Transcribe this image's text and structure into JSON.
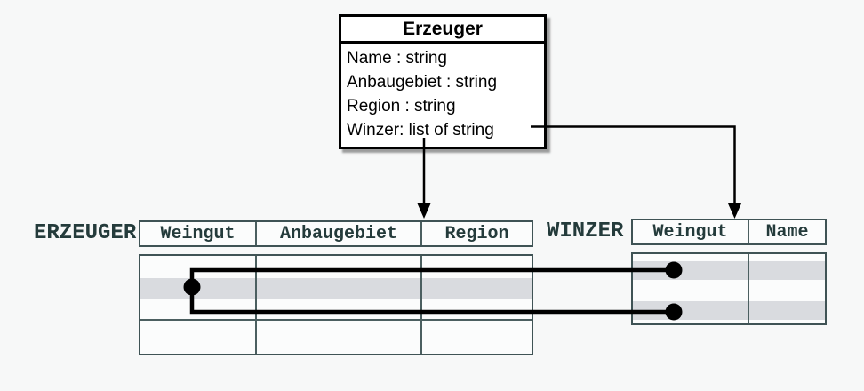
{
  "class_box": {
    "title": "Erzeuger",
    "attributes": [
      "Name : string",
      "Anbaugebiet : string",
      "Region : string",
      "Winzer: list of string"
    ]
  },
  "tables": {
    "erzeuger": {
      "label": "ERZEUGER",
      "columns": [
        "Weingut",
        "Anbaugebiet",
        "Region"
      ]
    },
    "winzer": {
      "label": "WINZER",
      "columns": [
        "Weingut",
        "Name"
      ]
    }
  },
  "colors": {
    "background": "#f7f8f8",
    "class_box_border": "#000000",
    "class_box_fill": "#ffffff",
    "table_border": "#3f5355",
    "table_grid": "#4b5f60",
    "table_text": "#243b3b",
    "row_stripe": "#d9dbdf",
    "connector": "#000000"
  }
}
